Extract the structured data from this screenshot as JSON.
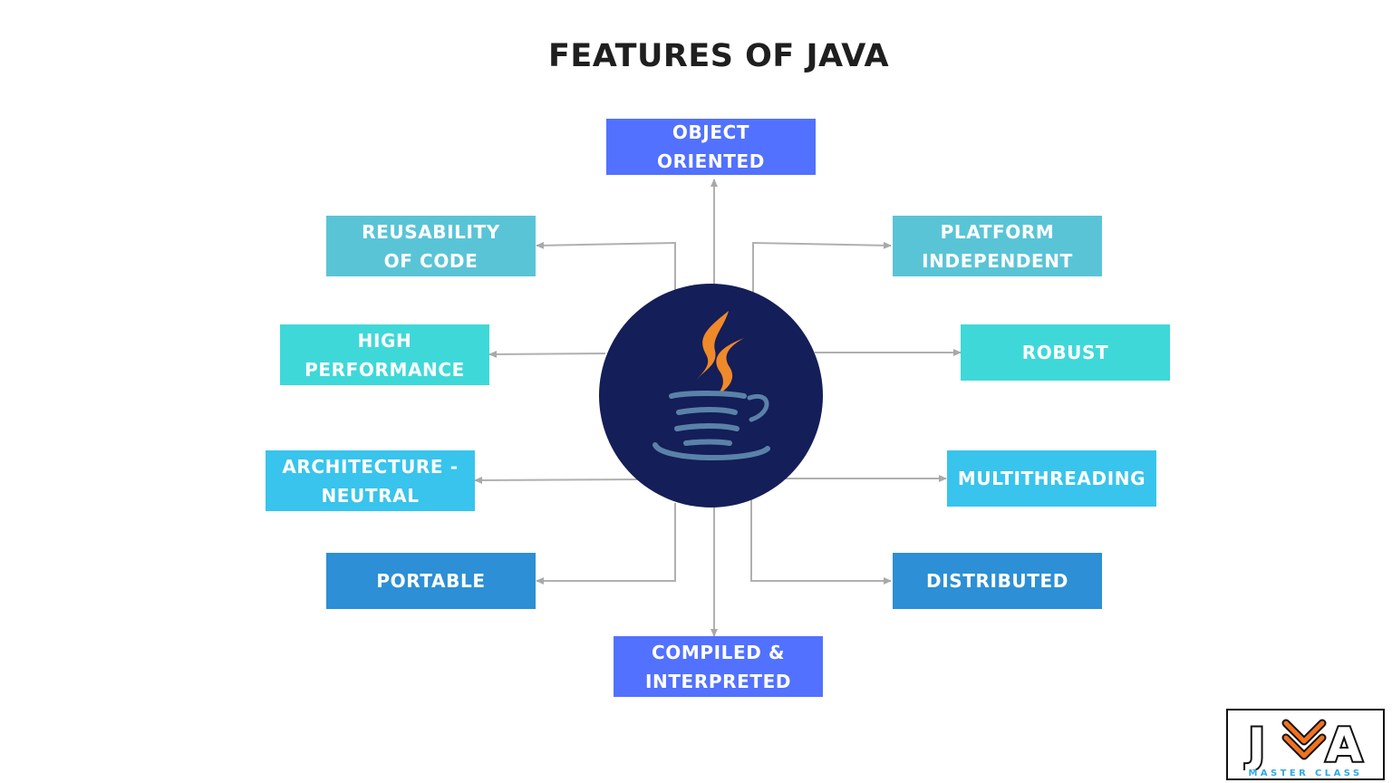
{
  "title": "FEATURES OF JAVA",
  "hub": {
    "icon": "java-coffee-cup-icon",
    "color": "#141e58",
    "flame_color": "#f0892a",
    "cup_color": "#5a82a8"
  },
  "features": {
    "object_oriented": {
      "label": "OBJECT ORIENTED",
      "color": "#5271ff"
    },
    "reusability": {
      "label": "REUSABILITY OF CODE",
      "color": "#5ac4d7"
    },
    "platform_independent": {
      "label": "PLATFORM INDEPENDENT",
      "color": "#5ac4d7"
    },
    "high_performance": {
      "label": "HIGH PERFORMANCE",
      "color": "#3fd8d8"
    },
    "robust": {
      "label": "ROBUST",
      "color": "#3fd8d8"
    },
    "architecture_neutral": {
      "label": "ARCHITECTURE - NEUTRAL",
      "color": "#38c4ec"
    },
    "multithreading": {
      "label": "MULTITHREADING",
      "color": "#38c4ec"
    },
    "portable": {
      "label": "PORTABLE",
      "color": "#2d8fd5"
    },
    "distributed": {
      "label": "DISTRIBUTED",
      "color": "#2d8fd5"
    },
    "compiled_interpreted": {
      "label": "COMPILED & INTERPRETED",
      "color": "#5271ff"
    }
  },
  "logo": {
    "text": "JAVA",
    "subtitle": "MASTER CLASS",
    "accent": "#f2711f"
  }
}
